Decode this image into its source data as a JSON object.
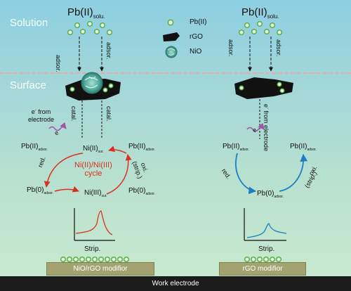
{
  "regions": {
    "solution": "Solution",
    "surface": "Surface"
  },
  "legend": [
    {
      "icon": "pb-ion-icon",
      "label": "Pb(II)"
    },
    {
      "icon": "rgo-sheet-icon",
      "label": "rGO"
    },
    {
      "icon": "nio-particle-icon",
      "label": "NiO"
    }
  ],
  "left_panel": {
    "pb_solu_main": "Pb(II)",
    "pb_solu_sub": "solu.",
    "adsor_left": "adsor.",
    "adsor_right": "adsor.",
    "catal_left": "catal.",
    "catal_right": "catal.",
    "electron_src_line1": "e",
    "electron_src_sup": "-",
    "electron_src_rest": " from",
    "electron_src_line2": "electrode",
    "electron_symbol": "e",
    "pb_adsor_main": "Pb(II)",
    "pb_adsor_sub": "adsor.",
    "ni_ii_main": "Ni(II)",
    "ni_ii_sub": "sur.",
    "pb_adsor_right_main": "Pb(II)",
    "pb_adsor_right_sub": "adsor.",
    "red_label": "red.",
    "cycle_line1": "Ni(II)/Ni(III)",
    "cycle_line2": "cycle",
    "oxi_label": "oxi.",
    "strip_label": "(strip.)",
    "pb0_left_main": "Pb(0)",
    "pb0_left_sub": "adsor.",
    "ni_iii_main": "Ni(III)",
    "ni_iii_sub": "sur.",
    "pb0_right_main": "Pb(0)",
    "pb0_right_sub": "adsor.",
    "strip_caption": "Strip.",
    "modifier_label": "NiO/rGO modifior"
  },
  "right_panel": {
    "pb_solu_main": "Pb(II)",
    "pb_solu_sub": "solu.",
    "adsor_left": "adsor.",
    "adsor_right": "adsor.",
    "electron_src_line1": "e",
    "electron_src_sup": "-",
    "electron_src_rest": " from",
    "electron_src_line2": "electrode",
    "electron_symbol": "e",
    "pb_adsor_left_main": "Pb(II)",
    "pb_adsor_left_sub": "adsor.",
    "pb_adsor_right_main": "Pb(II)",
    "pb_adsor_right_sub": "adsor.",
    "red_label": "red.",
    "oxi_label": "oxi.",
    "strip_label": "(strip.)",
    "pb0_main": "Pb(0)",
    "pb0_sub": "adsor.",
    "strip_caption": "Strip.",
    "modifier_label": "rGO modifior"
  },
  "work_electrode": "Work electrode",
  "colors": {
    "pb_ion": "#7ac36a",
    "rgo": "#111111",
    "nio": "#4ea899",
    "cycle_arrow": "#d9301f",
    "rgo_arrow": "#1c7fc2",
    "electron_wave": "#a255a8",
    "modifier": "#a3a372",
    "divider": "#f2a7a0"
  }
}
